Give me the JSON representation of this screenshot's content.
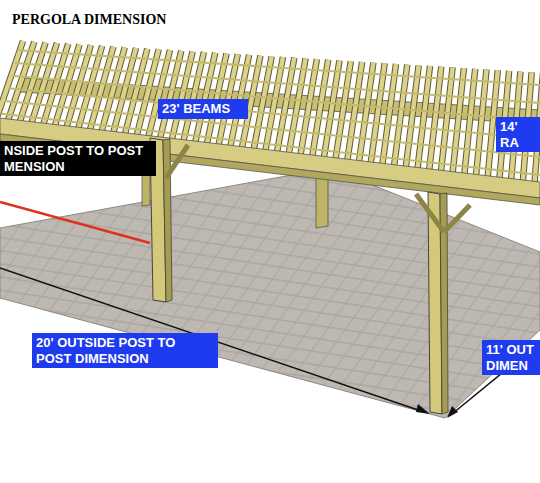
{
  "diagram": {
    "title": "PERGOLA DIMENSION",
    "nodes": [
      {
        "text": [
          "23' BEAMS"
        ]
      },
      {
        "text": [
          "14' RA"
        ]
      },
      {
        "text": [
          "NSIDE POST TO POST MENSION"
        ]
      },
      {
        "text": [
          "20' OUTSIDE POST TO POST DIMENSION"
        ]
      },
      {
        "text": [
          "11' OUT DIMEN"
        ]
      }
    ]
  }
}
